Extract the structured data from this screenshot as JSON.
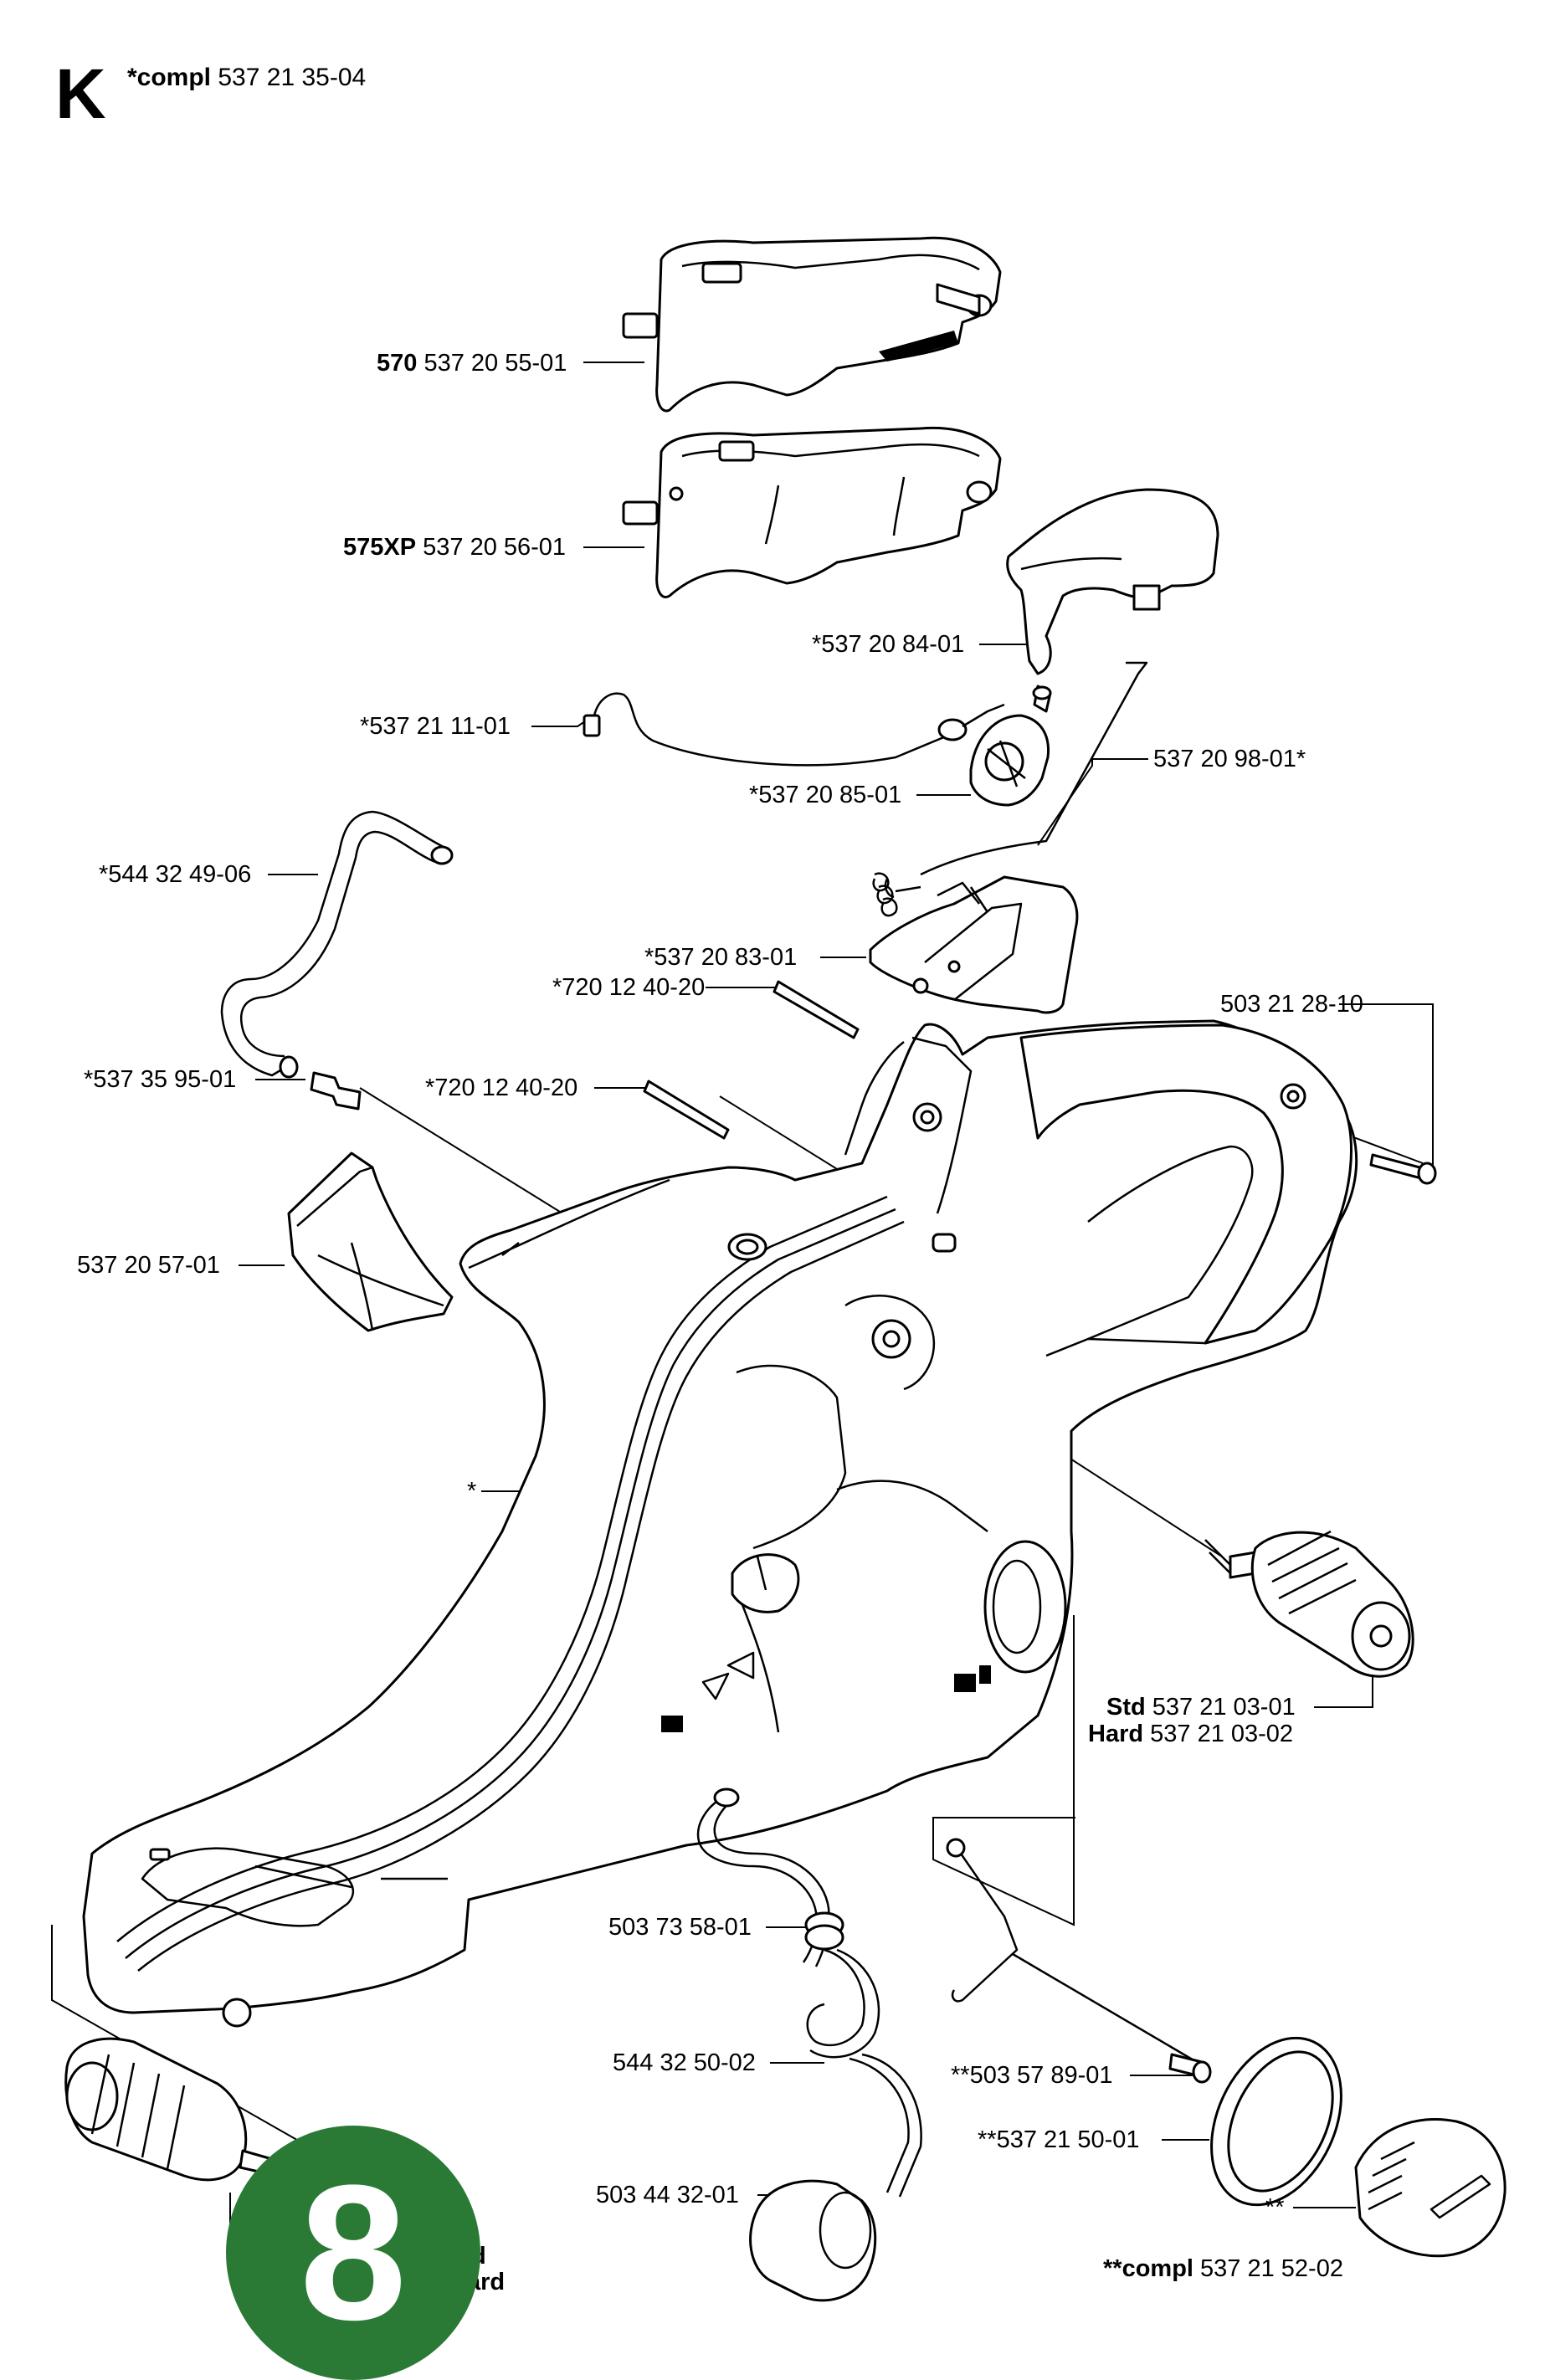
{
  "header": {
    "section_letter": "K",
    "compl_prefix": "*compl",
    "compl_number": "537 21 35-04"
  },
  "callouts": {
    "top_cover_570": {
      "bold": "570",
      "text": " 537 20 55-01"
    },
    "top_cover_575xp": {
      "bold": "575XP",
      "text": " 537 20 56-01"
    },
    "throttle_trigger": {
      "text": "*537 20 84-01"
    },
    "throttle_wire": {
      "text": "*537 21 11-01"
    },
    "throttle_rod": {
      "text": "537 20 98-01*"
    },
    "throttle_lever": {
      "text": "*537 20 85-01"
    },
    "fuel_hose": {
      "text": "*544 32 49-06"
    },
    "trigger_housing": {
      "text": "*537 20 83-01"
    },
    "pin_upper": {
      "text": "*720 12 40-20"
    },
    "screw": {
      "text": "503 21 28-10"
    },
    "nipple": {
      "text": "*537 35 95-01"
    },
    "pin_lower": {
      "text": "*720 12 40-20"
    },
    "intake_cover": {
      "text": "537 20 57-01"
    },
    "tank_housing": {
      "text": "*"
    },
    "av_element_std": {
      "bold": "Std",
      "text": " 537 21 03-01"
    },
    "av_element_hard": {
      "bold": "Hard",
      "text": " 537 21 03-02"
    },
    "grommet": {
      "text": "503 73 58-01"
    },
    "fuel_line": {
      "text": "544 32 50-02"
    },
    "fuel_filter": {
      "text": "503 44 32-01"
    },
    "choke_rod": {
      "text": "**503 57 89-01"
    },
    "seal_ring": {
      "text": "**537 21 50-01"
    },
    "fuel_cap": {
      "text": "**"
    },
    "fuel_cap_compl": {
      "bold": "**compl",
      "text": " 537 21 52-02"
    },
    "av_lower_std_fragment": {
      "text": "d"
    },
    "av_lower_hard_fragment": {
      "text": "ard"
    }
  },
  "page_badge": {
    "number": "8",
    "color": "#2a7a36"
  }
}
